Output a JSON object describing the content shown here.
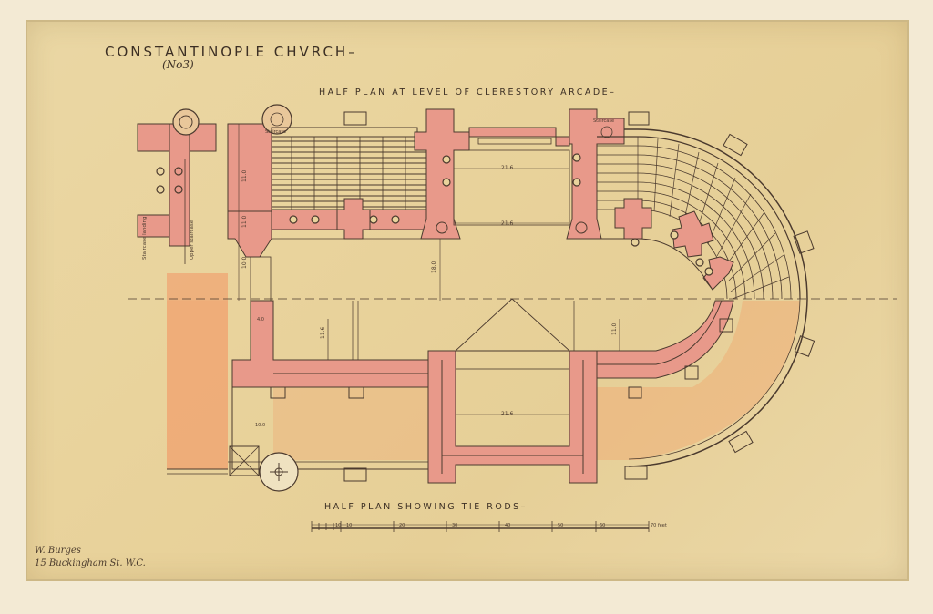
{
  "drawing": {
    "title": "CONSTANTINOPLE CHVRCH–",
    "sheet_number": "(No3)",
    "caption_top": "HALF PLAN AT LEVEL OF CLERESTORY ARCADE–",
    "caption_bottom": "HALF PLAN SHOWING TIE RODS–",
    "signature_line1": "W. Burges",
    "signature_line2": "15 Buckingham St. W.C.",
    "room_labels": [
      "Staircase",
      "Staircase"
    ],
    "dimensions": [
      "11.0",
      "11.0",
      "10.0",
      "4.0",
      "10.0",
      "18.0",
      "11.6",
      "11.0",
      "21.6",
      "21.6",
      "21.6"
    ],
    "side_notes": [
      "Upper staircase",
      "Staircase landing"
    ],
    "scale_ticks": [
      "10",
      "10",
      "20",
      "30",
      "40",
      "50",
      "60",
      "70 feet"
    ],
    "colors": {
      "paper": "#e9d39c",
      "masonry": "#e8998a",
      "wash": "#eeb07a",
      "ink": "#4b3a2e"
    }
  }
}
